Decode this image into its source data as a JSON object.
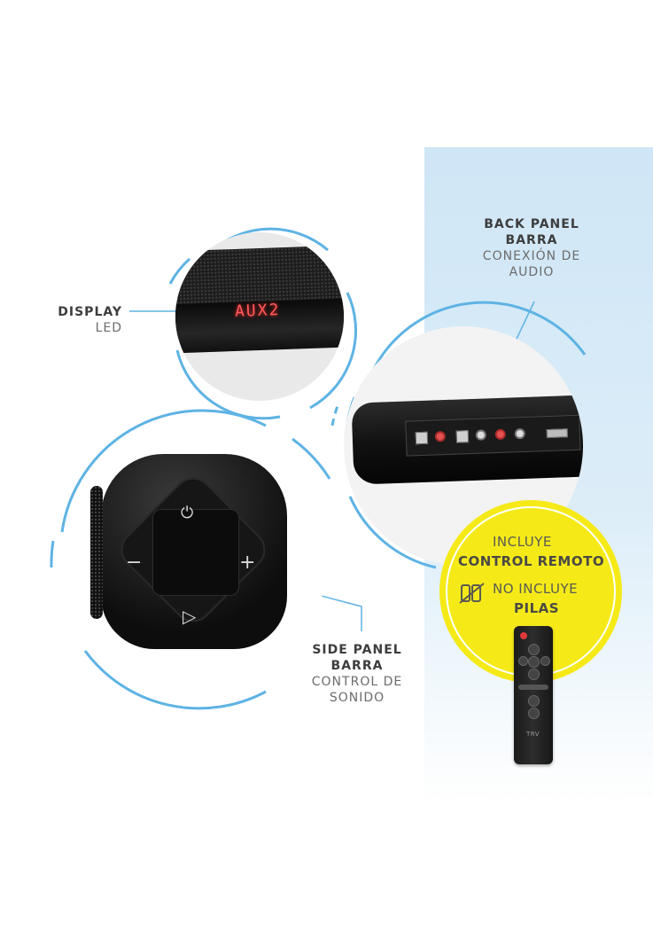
{
  "labels": {
    "display": {
      "title": "DISPLAY",
      "sub": "LED"
    },
    "back_panel": {
      "line1": "BACK PANEL",
      "line2": "BARRA",
      "line3": "CONEXIÓN DE",
      "line4": "AUDIO"
    },
    "side_panel": {
      "line1": "SIDE PANEL",
      "line2": "BARRA",
      "line3": "CONTROL DE",
      "line4": "SONIDO"
    }
  },
  "led_display_text": "AUX2",
  "remote_badge": {
    "line1": "INCLUYE",
    "line2": "CONTROL REMOTO",
    "line3": "NO INCLUYE",
    "line4": "PILAS"
  },
  "side_buttons": {
    "power": "⏻",
    "minus": "−",
    "plus": "+",
    "play": "▷"
  },
  "remote_logo": "TRV",
  "colors": {
    "accent_blue": "#5eb3e4",
    "badge_yellow": "#f5ea18",
    "panel_blue": "#d3e8f7"
  }
}
